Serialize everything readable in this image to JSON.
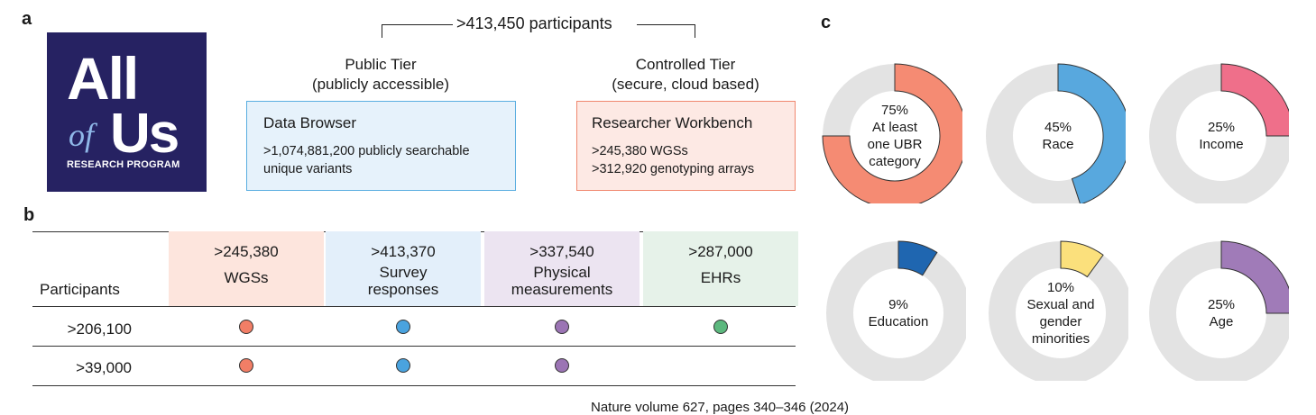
{
  "panels": {
    "a": "a",
    "b": "b",
    "c": "c"
  },
  "logo": {
    "line1": "All",
    "of": "of",
    "us": "Us",
    "line3": "RESEARCH PROGRAM",
    "bg_color": "#262262"
  },
  "total_participants": ">413,450 participants",
  "public_tier": {
    "title_line1": "Public Tier",
    "title_line2": "(publicly accessible)",
    "box_title": "Data Browser",
    "lines": [
      ">1,074,881,200 publicly searchable",
      "unique variants"
    ],
    "border_color": "#5aaee0",
    "fill_color": "#e6f2fb"
  },
  "controlled_tier": {
    "title_line1": "Controlled Tier",
    "title_line2": "(secure, cloud based)",
    "box_title": "Researcher Workbench",
    "lines": [
      ">245,380 WGSs",
      ">312,920 genotyping arrays"
    ],
    "border_color": "#f0876e",
    "fill_color": "#fde9e4"
  },
  "table": {
    "row_header": "Participants",
    "columns": [
      {
        "value": ">245,380",
        "label1": "WGSs",
        "label2": "",
        "bg": "#fde5dd",
        "dot": "#f27e66"
      },
      {
        "value": ">413,370",
        "label1": "Survey",
        "label2": "responses",
        "bg": "#e3effa",
        "dot": "#4aa3df"
      },
      {
        "value": ">337,540",
        "label1": "Physical",
        "label2": "measurements",
        "bg": "#ece4f1",
        "dot": "#9b74b4"
      },
      {
        "value": ">287,000",
        "label1": "EHRs",
        "label2": "",
        "bg": "#e6f2e9",
        "dot": "#5cb87e"
      }
    ],
    "rows": [
      {
        "label": ">206,100",
        "has": [
          true,
          true,
          true,
          true
        ]
      },
      {
        "label": ">39,000",
        "has": [
          true,
          true,
          true,
          false
        ]
      }
    ]
  },
  "chart_data": {
    "type": "pie",
    "title": "",
    "donuts": [
      {
        "percent": 75,
        "lines": [
          "75%",
          "At least",
          "one UBR",
          "category"
        ],
        "color": "#f58b73"
      },
      {
        "percent": 45,
        "lines": [
          "45%",
          "Race"
        ],
        "color": "#58a8de"
      },
      {
        "percent": 25,
        "lines": [
          "25%",
          "Income"
        ],
        "color": "#ef6f8a"
      },
      {
        "percent": 9,
        "lines": [
          "9%",
          "Education"
        ],
        "color": "#1f66b0"
      },
      {
        "percent": 10,
        "lines": [
          "10%",
          "Sexual and",
          "gender",
          "minorities"
        ],
        "color": "#fbe07c"
      },
      {
        "percent": 25,
        "lines": [
          "25%",
          "Age"
        ],
        "color": "#a07bb8"
      }
    ],
    "track_color": "#e3e3e3"
  },
  "citation": "Nature volume 627, pages 340–346 (2024)"
}
